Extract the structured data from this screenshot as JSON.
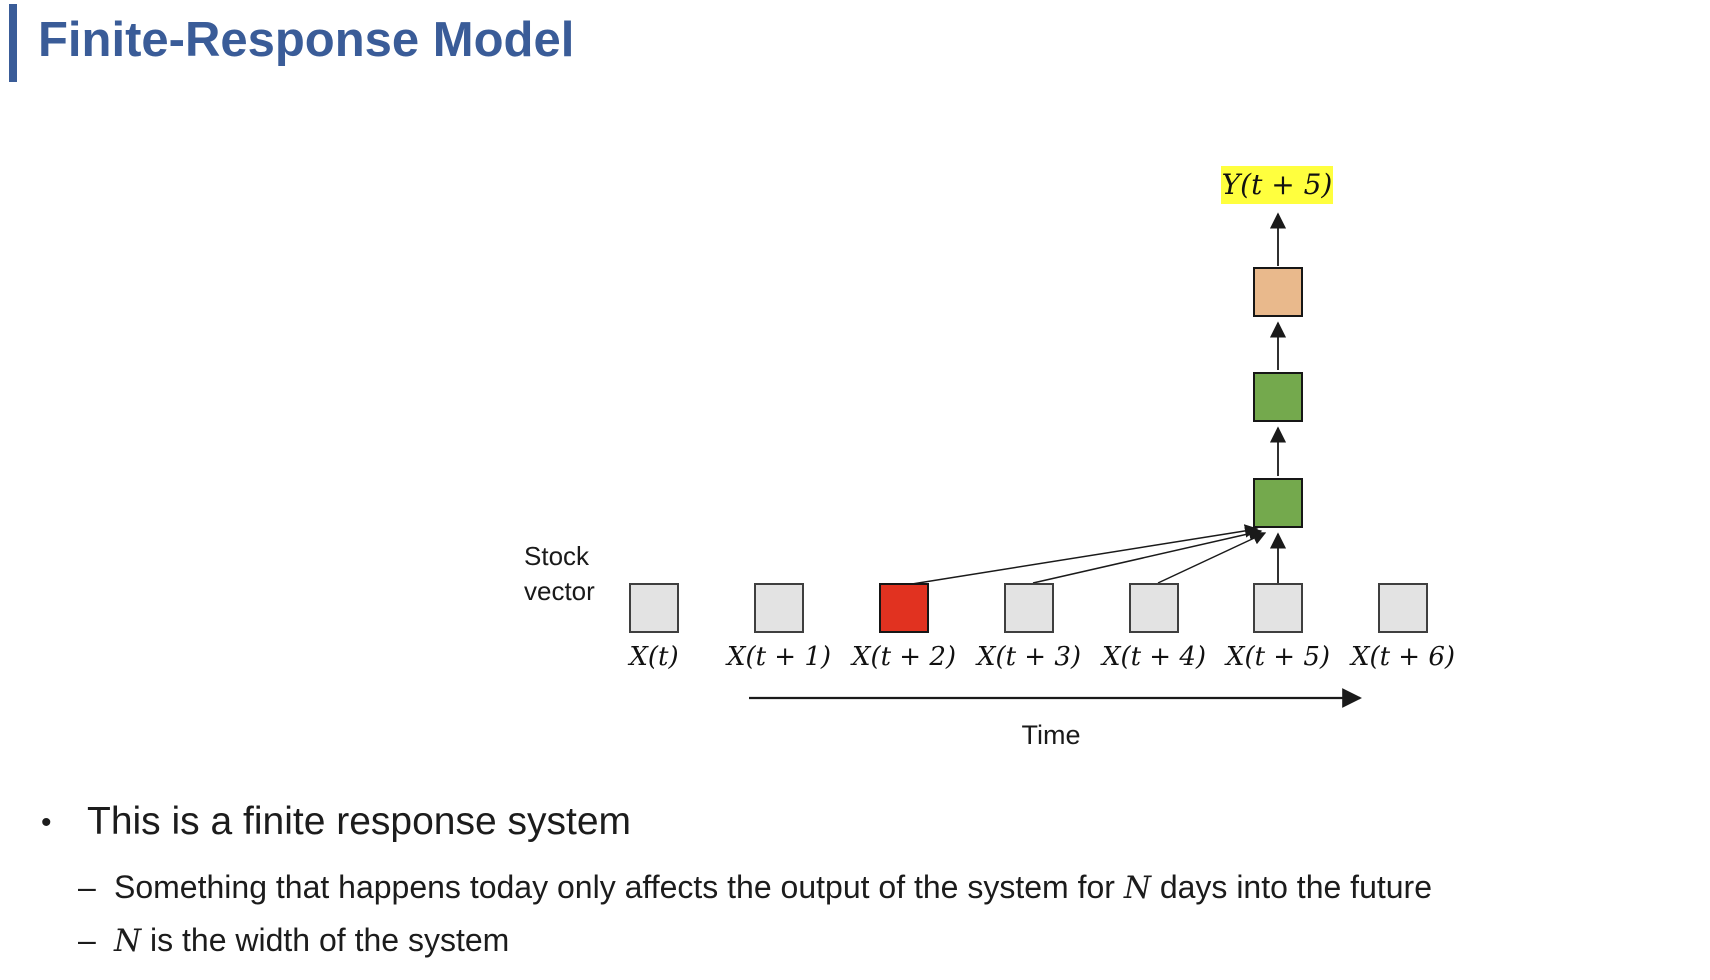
{
  "slide": {
    "title": "Finite-Response Model",
    "accent_color": "#3A5C98"
  },
  "diagram": {
    "output_label": "Y(t + 5)",
    "output_highlight_color": "#FFFF3E",
    "row_label_line1": "Stock",
    "row_label_line2": "vector",
    "time_axis_label": "Time",
    "stack_boxes": [
      {
        "name": "output-block",
        "color": "#E9B98C"
      },
      {
        "name": "hidden-block-upper",
        "color": "#74A94D"
      },
      {
        "name": "hidden-block-lower",
        "color": "#74A94D"
      }
    ],
    "timeline_boxes": [
      {
        "label": "X(t)",
        "color": "#E3E3E3"
      },
      {
        "label": "X(t + 1)",
        "color": "#E3E3E3"
      },
      {
        "label": "X(t + 2)",
        "color": "#E13220"
      },
      {
        "label": "X(t + 3)",
        "color": "#E3E3E3"
      },
      {
        "label": "X(t + 4)",
        "color": "#E3E3E3"
      },
      {
        "label": "X(t + 5)",
        "color": "#E3E3E3"
      },
      {
        "label": "X(t + 6)",
        "color": "#E3E3E3"
      }
    ]
  },
  "bullets": {
    "bullet_glyph": "•",
    "dash_glyph": "–",
    "main": "This is a finite response system",
    "sub1_pre": "Something that happens today only affects the output of the system for ",
    "sub1_var": "N",
    "sub1_post": " days into the future",
    "sub2_var": "N",
    "sub2_post": " is the width of the system"
  }
}
